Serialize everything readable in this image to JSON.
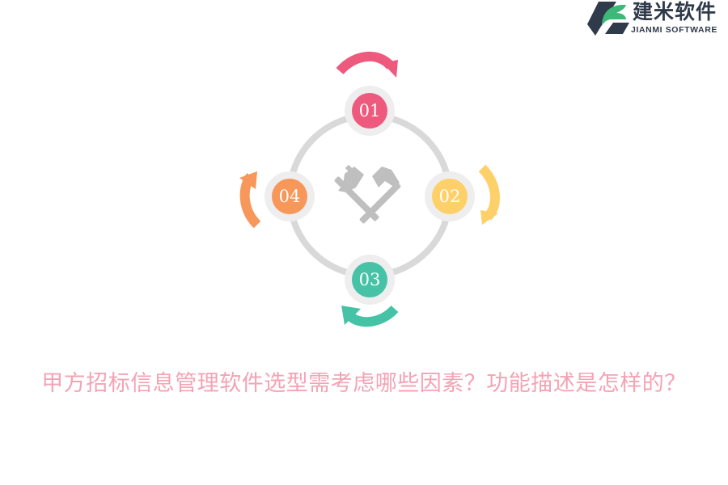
{
  "brand": {
    "name_cn": "建米软件",
    "name_en": "JIANMI SOFTWARE",
    "colors": {
      "dark": "#2f3a4a",
      "green": "#3cb878"
    }
  },
  "diagram": {
    "center_icon": "crossed-hammers-icon",
    "ring_color": "#d9d9d9",
    "nodes": [
      {
        "label": "01",
        "position": "top",
        "color": "#ee5a7e",
        "arrow_direction": "clockwise"
      },
      {
        "label": "02",
        "position": "right",
        "color": "#fdd06a",
        "arrow_direction": "clockwise"
      },
      {
        "label": "03",
        "position": "bottom",
        "color": "#46c3a6",
        "arrow_direction": "clockwise"
      },
      {
        "label": "04",
        "position": "left",
        "color": "#f7975a",
        "arrow_direction": "clockwise"
      }
    ]
  },
  "title": "甲方招标信息管理软件选型需考虑哪些因素？功能描述是怎样的？"
}
